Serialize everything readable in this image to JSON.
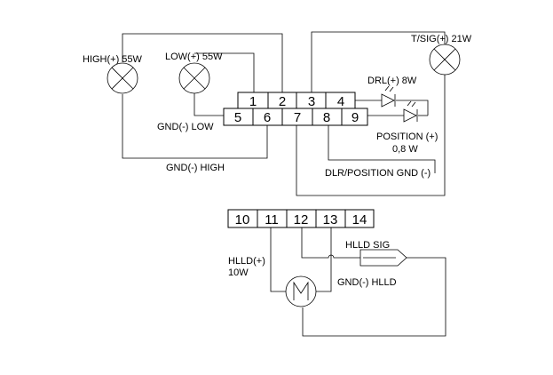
{
  "connector_top": {
    "pins_row1": [
      "1",
      "2",
      "3",
      "4"
    ],
    "pins_row2": [
      "5",
      "6",
      "7",
      "8",
      "9"
    ]
  },
  "connector_bottom": {
    "pins": [
      "10",
      "11",
      "12",
      "13",
      "14"
    ]
  },
  "labels": {
    "high": "HIGH(+) 55W",
    "low": "LOW(+) 55W",
    "gnd_low": "GND(-) LOW",
    "gnd_high": "GND(-) HIGH",
    "tsig": "T/SIG(+) 21W",
    "drl": "DRL(+) 8W",
    "position_1": "POSITION (+)",
    "position_2": "0,8 W",
    "drl_pos_gnd": "DLR/POSITION GND (-)",
    "hlld_sig": "HLLD SIG",
    "hlld_1": "HLLD(+)",
    "hlld_2": "10W",
    "gnd_hlld": "GND(-) HLLD"
  }
}
